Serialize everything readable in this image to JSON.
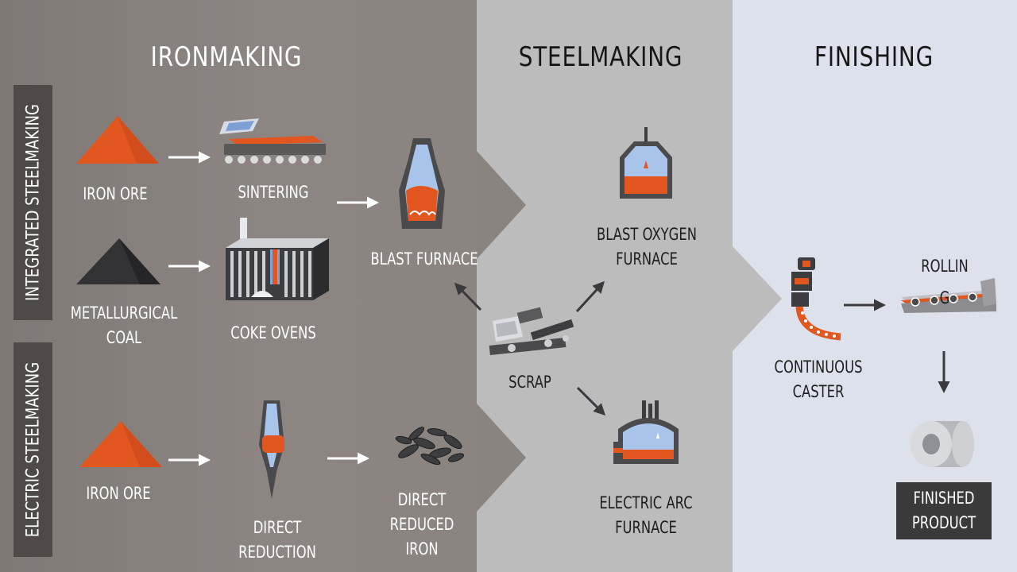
{
  "headers": {
    "ironmaking": "IRONMAKING",
    "steelmaking": "STEELMAKING",
    "finishing": "FINISHING"
  },
  "routes": {
    "integrated": "INTEGRATED STEELMAKING",
    "electric": "ELECTRIC STEELMAKING"
  },
  "labels": {
    "iron_ore_top": "IRON ORE",
    "sintering": "SINTERING",
    "blast_furnace": "BLAST FURNACE",
    "metallurgical_coal": "METALLURGICAL\nCOAL",
    "coke_ovens": "COKE OVENS",
    "iron_ore_bottom": "IRON ORE",
    "direct_reduction": "DIRECT REDUCTION",
    "dri": "DIRECT REDUCED\nIRON",
    "scrap": "SCRAP",
    "bof": "BLAST OXYGEN\nFURNACE",
    "eaf": "ELECTRIC ARC\nFURNACE",
    "caster": "CONTINUOUS\nCASTER",
    "rolling": "ROLLIN",
    "rolling_fragment": "G",
    "finished": "FINISHED\nPRODUCT"
  },
  "colors": {
    "ironmaking_panel": "#8a8480",
    "steelmaking_panel": "#bdbcbc",
    "finishing_panel": "#dde1ec",
    "accent_orange": "#e2561f",
    "dark_tab": "#4f4a47",
    "finished_box": "#3b3a3b"
  },
  "icons": [
    "ore-pile-icon",
    "sinter-machine-icon",
    "blast-furnace-icon",
    "coal-pile-icon",
    "coke-oven-icon",
    "direct-reduction-shaft-icon",
    "dri-pellets-icon",
    "scrap-pile-icon",
    "bof-vessel-icon",
    "eaf-vessel-icon",
    "continuous-caster-icon",
    "rolling-mill-icon",
    "steel-coil-icon"
  ]
}
